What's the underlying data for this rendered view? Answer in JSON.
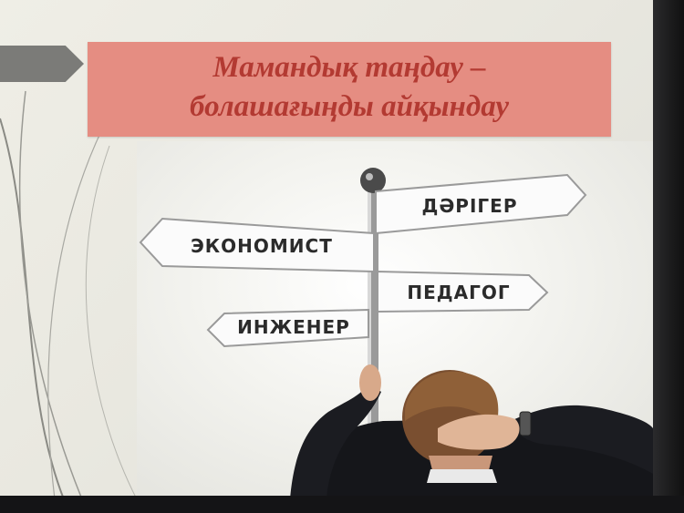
{
  "slide": {
    "title_line1": "Мамандық таңдау –",
    "title_line2": "болашағыңды айқындау"
  },
  "signpost": {
    "signs": [
      {
        "label": "ДӘРІГЕР"
      },
      {
        "label": "ЭКОНОМИСТ"
      },
      {
        "label": "ПЕДАГОГ"
      },
      {
        "label": "ИНЖЕНЕР"
      }
    ]
  },
  "colors": {
    "title_background": "#e58d82",
    "title_text": "#b33a32",
    "accent_arrow": "#7b7b78"
  }
}
